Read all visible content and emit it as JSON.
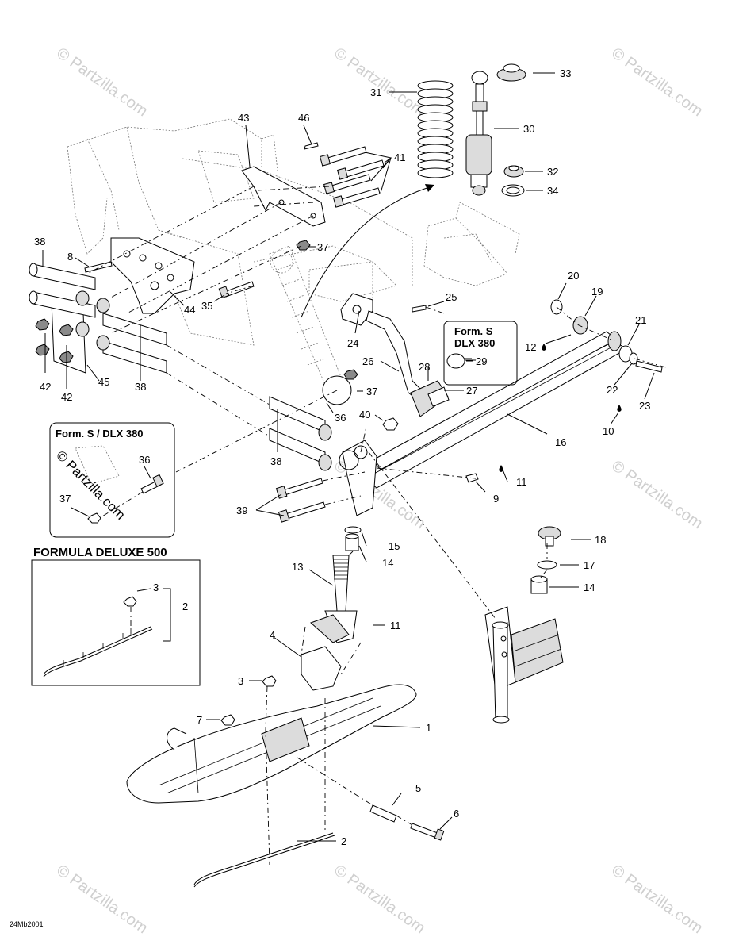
{
  "watermark": "© Partzilla.com",
  "figure_code": "24Mb2001",
  "insets": {
    "form_s_dlx": {
      "title_line1": "Form. S",
      "title_line2": "DLX 380"
    },
    "form_s_dlx_380": {
      "title": "Form. S / DLX 380"
    },
    "formula_deluxe_500": {
      "title": "FORMULA DELUXE 500"
    }
  },
  "callouts": {
    "c1": "1",
    "c2": "2",
    "c2b": "2",
    "c3": "3",
    "c3b": "3",
    "c4": "4",
    "c5": "5",
    "c6": "6",
    "c7": "7",
    "c8": "8",
    "c9": "9",
    "c10": "10",
    "c11": "11",
    "c11b": "11",
    "c12": "12",
    "c13": "13",
    "c14": "14",
    "c14b": "14",
    "c15": "15",
    "c16": "16",
    "c17": "17",
    "c18": "18",
    "c19": "19",
    "c20": "20",
    "c21": "21",
    "c22": "22",
    "c23": "23",
    "c24": "24",
    "c25": "25",
    "c26": "26",
    "c27": "27",
    "c28": "28",
    "c29": "29",
    "c30": "30",
    "c31": "31",
    "c32": "32",
    "c33": "33",
    "c34": "34",
    "c35": "35",
    "c36": "36",
    "c36b": "36",
    "c37": "37",
    "c37b": "37",
    "c37c": "37",
    "c38": "38",
    "c38b": "38",
    "c38c": "38",
    "c39": "39",
    "c40": "40",
    "c41": "41",
    "c42": "42",
    "c42b": "42",
    "c43": "43",
    "c44": "44",
    "c45": "45",
    "c46": "46"
  }
}
